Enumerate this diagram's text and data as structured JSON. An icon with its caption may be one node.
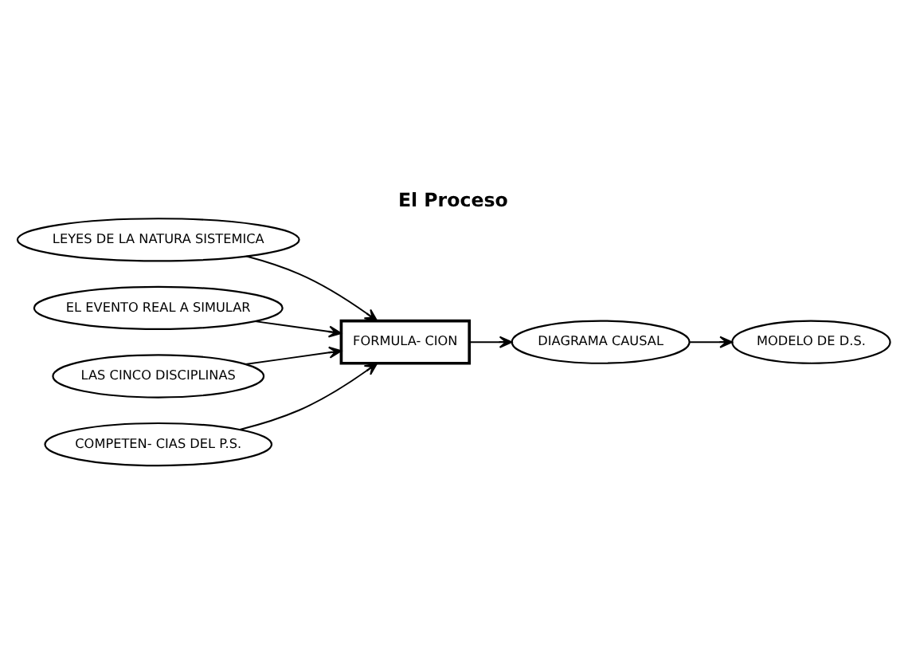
{
  "diagram": {
    "title": "El Proceso",
    "nodes": [
      {
        "text": [
          "LEYES DE LA NATURA SISTEMICA"
        ]
      },
      {
        "text": [
          "EL EVENTO REAL A SIMULAR"
        ]
      },
      {
        "text": [
          "LAS CINCO DISCIPLINAS"
        ]
      },
      {
        "text": [
          "COMPETEN- CIAS DEL P.S."
        ]
      },
      {
        "text": [
          "FORMULA- CION"
        ]
      },
      {
        "text": [
          "DIAGRAMA CAUSAL"
        ]
      },
      {
        "text": [
          "MODELO DE D.S."
        ]
      }
    ],
    "edges": [
      {
        "from": 0,
        "to": 4,
        "arrow": "to"
      },
      {
        "from": 1,
        "to": 4,
        "arrow": "to"
      },
      {
        "from": 2,
        "to": 4,
        "arrow": "to"
      },
      {
        "from": 3,
        "to": 4,
        "arrow": "to"
      },
      {
        "from": 4,
        "to": 5,
        "arrow": "to"
      },
      {
        "from": 5,
        "to": 6,
        "arrow": "to"
      }
    ]
  }
}
